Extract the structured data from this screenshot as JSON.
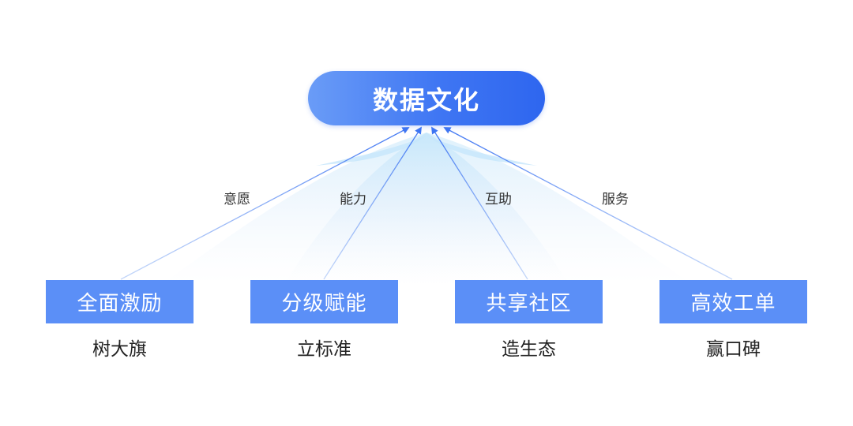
{
  "root": {
    "label": "数据文化"
  },
  "edges": [
    {
      "label": "意愿"
    },
    {
      "label": "能力"
    },
    {
      "label": "互助"
    },
    {
      "label": "服务"
    }
  ],
  "children": [
    {
      "label": "全面激励",
      "sub": "树大旗"
    },
    {
      "label": "分级赋能",
      "sub": "立标准"
    },
    {
      "label": "共享社区",
      "sub": "造生态"
    },
    {
      "label": "高效工单",
      "sub": "赢口碑"
    }
  ],
  "colors": {
    "node_blue": "#5b8ff7",
    "root_gradient_start": "#6a9cf7",
    "root_gradient_end": "#2e66ef",
    "line": "#6f9bf2",
    "glow": "#cfe7fb"
  }
}
